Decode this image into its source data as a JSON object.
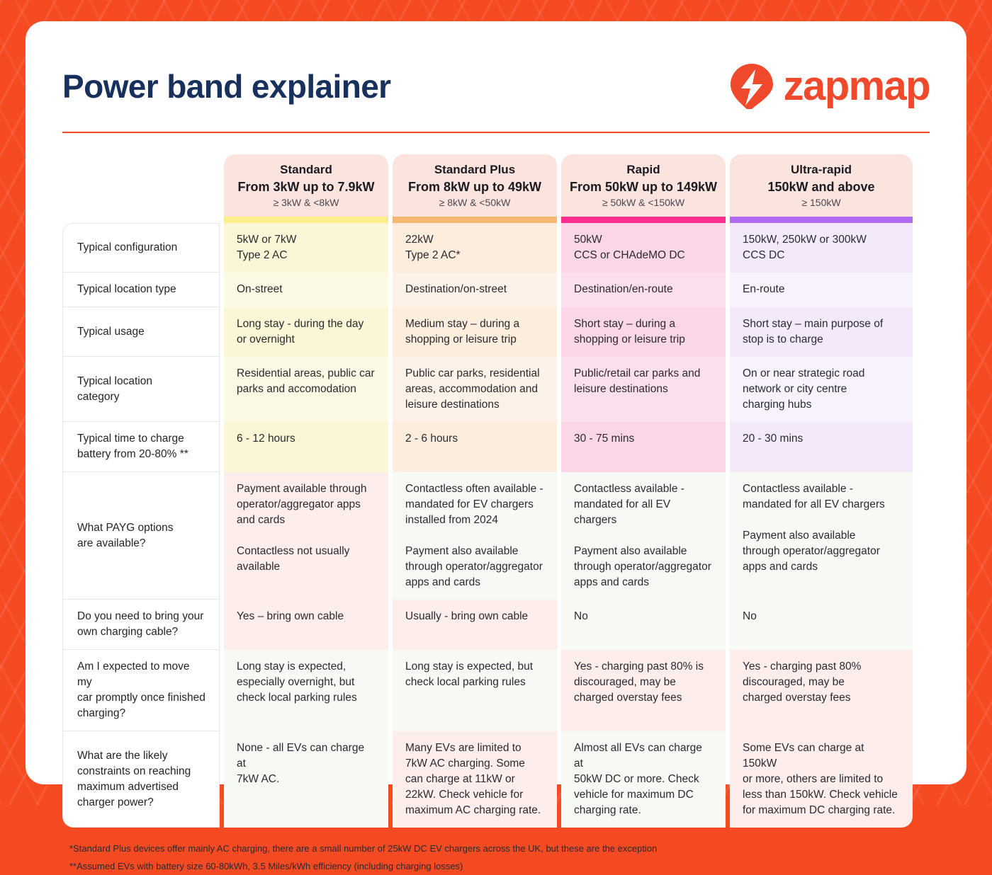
{
  "header": {
    "title": "Power band explainer",
    "logo_word": "zapmap",
    "logo_icon": "zapmap-pin-bolt-icon"
  },
  "colors": {
    "frame": "#F64A23",
    "title": "#17315C",
    "brand": "#F0492B",
    "header_card": "#FBE3DE",
    "accent_standard": "#FCEE8C",
    "accent_standard_plus": "#F6B870",
    "accent_rapid": "#FB2E8E",
    "accent_ultra_rapid": "#B06BF0"
  },
  "columns": [
    {
      "name": "Standard",
      "range": "From 3kW up to 7.9kW",
      "math": "≥ 3kW & <8kW",
      "accent": "#FCEE8C",
      "tint": "#FCFAE4",
      "tint_strong": "#FBF7D6"
    },
    {
      "name": "Standard Plus",
      "range": "From 8kW up to 49kW",
      "math": "≥ 8kW & <50kW",
      "accent": "#F6B870",
      "tint": "#FDF2E7",
      "tint_strong": "#FCEDDD"
    },
    {
      "name": "Rapid",
      "range": "From 50kW up to 149kW",
      "math": "≥ 50kW & <150kW",
      "accent": "#FB2E8E",
      "tint": "#FCDFEC",
      "tint_strong": "#FBD6E7"
    },
    {
      "name": "Ultra-rapid",
      "range": "150kW and above",
      "math": "≥ 150kW",
      "accent": "#B06BF0",
      "tint": "#F8F2FC",
      "tint_strong": "#F3E9FB"
    }
  ],
  "rows": [
    {
      "label": "Typical configuration",
      "style": "tint_strong",
      "cells": [
        "5kW or 7kW\nType 2 AC",
        "22kW\nType 2 AC*",
        "50kW\nCCS or CHAdeMO DC",
        "150kW, 250kW or 300kW\nCCS DC"
      ]
    },
    {
      "label": "Typical location type",
      "style": "tint",
      "cells": [
        "On-street",
        "Destination/on-street",
        "Destination/en-route",
        "En-route"
      ]
    },
    {
      "label": "Typical usage",
      "style": "tint_strong",
      "cells": [
        "Long stay - during the day\nor overnight",
        "Medium stay – during a\nshopping or leisure trip",
        "Short stay – during a\nshopping or leisure trip",
        "Short stay – main purpose of\nstop is to charge"
      ]
    },
    {
      "label": "Typical location\ncategory",
      "style": "tint",
      "cells": [
        "Residential areas, public car\nparks and accomodation",
        "Public car parks, residential\nareas, accommodation and\nleisure destinations",
        "Public/retail car parks and\nleisure destinations",
        "On or near strategic road\nnetwork or city centre\ncharging hubs"
      ]
    },
    {
      "label": "Typical time to charge\nbattery from 20-80% **",
      "style": "tint_strong",
      "cells": [
        "6 - 12  hours",
        "2 - 6  hours",
        "30 - 75 mins",
        "20 - 30 mins"
      ]
    },
    {
      "label": "What PAYG options\nare available?",
      "style": "status",
      "status": [
        "negative",
        "positive",
        "positive",
        "positive"
      ],
      "cells": [
        "Payment available through\noperator/aggregator apps\nand cards\n\nContactless not usually\navailable",
        "Contactless often available -\nmandated for EV chargers\ninstalled from 2024\n\nPayment also available\nthrough operator/aggregator\napps and cards",
        "Contactless available -\nmandated for all EV chargers\n\nPayment also available\nthrough operator/aggregator\napps and cards",
        "Contactless available -\nmandated for all EV chargers\n\nPayment also available\nthrough operator/aggregator\napps and cards"
      ]
    },
    {
      "label": "Do you need to bring your\nown charging cable?",
      "style": "status",
      "status": [
        "negative",
        "negative",
        "positive",
        "positive"
      ],
      "cells": [
        "Yes – bring own cable",
        "Usually - bring own cable",
        "No",
        "No"
      ]
    },
    {
      "label": "Am I expected to move my\ncar promptly once finished\ncharging?",
      "style": "status",
      "status": [
        "positive",
        "positive",
        "negative",
        "negative"
      ],
      "cells": [
        "Long stay is expected,\nespecially overnight,  but\ncheck local parking rules",
        "Long stay is expected,  but\ncheck local parking rules",
        "Yes - charging past 80% is\ndiscouraged, may be\ncharged overstay fees",
        "Yes - charging past 80%\ndiscouraged, may be\ncharged overstay fees"
      ]
    },
    {
      "label": "What are the likely\nconstraints on reaching\nmaximum advertised\ncharger power?",
      "style": "status",
      "status": [
        "positive",
        "negative",
        "positive",
        "negative"
      ],
      "cells": [
        "None - all EVs can charge at\n7kW AC.",
        "Many EVs are limited to\n7kW AC charging.  Some\ncan charge at 11kW or\n22kW. Check vehicle for\nmaximum AC charging rate.",
        "Almost all EVs can charge at\n50kW DC or more. Check\nvehicle for maximum DC\ncharging rate.",
        "Some EVs can charge at 150kW\nor more, others are limited to\nless than 150kW. Check vehicle\nfor maximum DC charging rate."
      ]
    }
  ],
  "status_colors": {
    "positive": "#F7FAF4",
    "negative": "#FDEEEC"
  },
  "footnotes": [
    "*Standard Plus devices offer mainly AC charging, there are a small number of 25kW DC EV chargers across the UK, but these are the exception",
    "**Assumed EVs with battery size 60-80kWh, 3.5 Miles/kWh efficiency (including charging losses)"
  ]
}
